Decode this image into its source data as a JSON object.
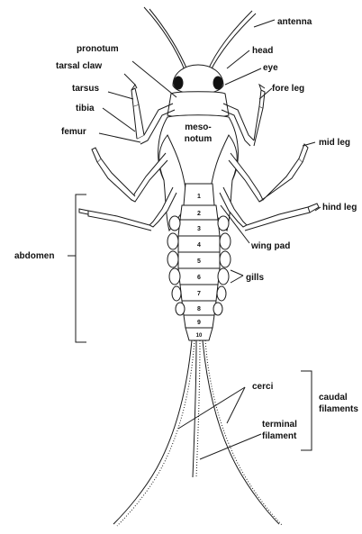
{
  "labels": {
    "antenna": "antenna",
    "pronotum": "pronotum",
    "head": "head",
    "tarsal_claw": "tarsal claw",
    "eye": "eye",
    "tarsus": "tarsus",
    "fore_leg": "fore leg",
    "tibia": "tibia",
    "mesonotum_line1": "meso-",
    "mesonotum_line2": "notum",
    "femur": "femur",
    "mid_leg": "mid leg",
    "hind_leg": "hind leg",
    "abdomen": "abdomen",
    "wing_pad": "wing pad",
    "gills": "gills",
    "cerci": "cerci",
    "caudal_line1": "caudal",
    "caudal_line2": "filaments",
    "terminal_line1": "terminal",
    "terminal_line2": "filament"
  },
  "segments": [
    "1",
    "2",
    "3",
    "4",
    "5",
    "6",
    "7",
    "8",
    "9",
    "10"
  ],
  "colors": {
    "line": "#1a1a1a",
    "text": "#111111",
    "fill": "#ffffff"
  }
}
